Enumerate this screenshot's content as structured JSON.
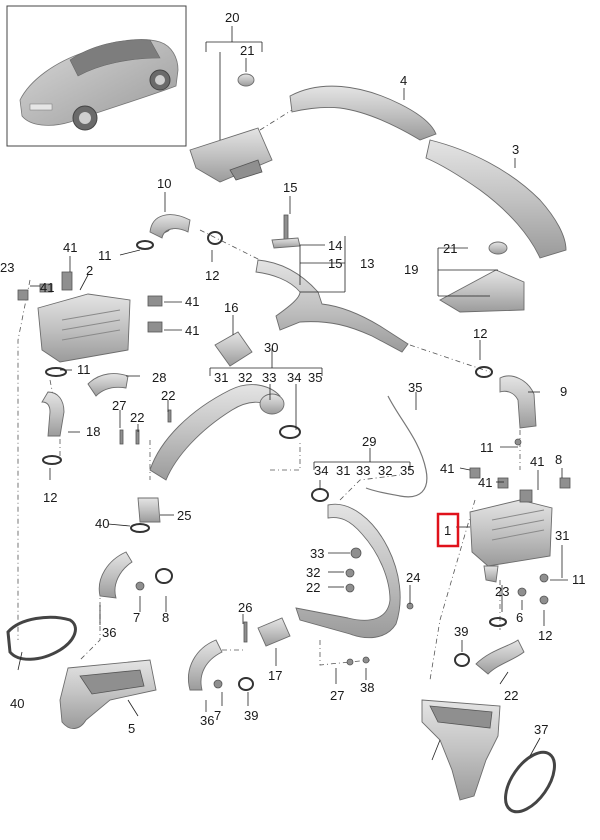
{
  "diagram": {
    "highlight": {
      "label": "1",
      "border_color": "#e0121b"
    },
    "labels": [
      {
        "id": "l20",
        "text": "20"
      },
      {
        "id": "l21a",
        "text": "21"
      },
      {
        "id": "l4",
        "text": "4"
      },
      {
        "id": "l3",
        "text": "3"
      },
      {
        "id": "l10",
        "text": "10"
      },
      {
        "id": "l15a",
        "text": "15"
      },
      {
        "id": "l14",
        "text": "14"
      },
      {
        "id": "l15b",
        "text": "15"
      },
      {
        "id": "l13",
        "text": "13"
      },
      {
        "id": "l21b",
        "text": "21"
      },
      {
        "id": "l19",
        "text": "19"
      },
      {
        "id": "l41a",
        "text": "41"
      },
      {
        "id": "l11a",
        "text": "11"
      },
      {
        "id": "l12a",
        "text": "12"
      },
      {
        "id": "l23a",
        "text": "23"
      },
      {
        "id": "l2",
        "text": "2"
      },
      {
        "id": "l41b",
        "text": "41"
      },
      {
        "id": "l41c",
        "text": "41"
      },
      {
        "id": "l41d",
        "text": "41"
      },
      {
        "id": "l16",
        "text": "16"
      },
      {
        "id": "l12b",
        "text": "12"
      },
      {
        "id": "l11b",
        "text": "11"
      },
      {
        "id": "l28",
        "text": "28"
      },
      {
        "id": "l30",
        "text": "30"
      },
      {
        "id": "l31a",
        "text": "31"
      },
      {
        "id": "l32a",
        "text": "32"
      },
      {
        "id": "l33a",
        "text": "33"
      },
      {
        "id": "l34a",
        "text": "34"
      },
      {
        "id": "l35a",
        "text": "35"
      },
      {
        "id": "l9",
        "text": "9"
      },
      {
        "id": "l35b",
        "text": "35"
      },
      {
        "id": "l22a",
        "text": "22"
      },
      {
        "id": "l27a",
        "text": "27"
      },
      {
        "id": "l22b",
        "text": "22"
      },
      {
        "id": "l18",
        "text": "18"
      },
      {
        "id": "l12c",
        "text": "12"
      },
      {
        "id": "l29",
        "text": "29"
      },
      {
        "id": "l34b",
        "text": "34"
      },
      {
        "id": "l31b",
        "text": "31"
      },
      {
        "id": "l33b",
        "text": "33"
      },
      {
        "id": "l32b",
        "text": "32"
      },
      {
        "id": "l35c",
        "text": "35"
      },
      {
        "id": "l11c",
        "text": "11"
      },
      {
        "id": "l41e",
        "text": "41"
      },
      {
        "id": "l41f",
        "text": "41"
      },
      {
        "id": "l41g",
        "text": "41"
      },
      {
        "id": "l8a",
        "text": "8"
      },
      {
        "id": "l40a",
        "text": "40"
      },
      {
        "id": "l25",
        "text": "25"
      },
      {
        "id": "l31c",
        "text": "31"
      },
      {
        "id": "l33c",
        "text": "33"
      },
      {
        "id": "l32c",
        "text": "32"
      },
      {
        "id": "l22c",
        "text": "22"
      },
      {
        "id": "l24",
        "text": "24"
      },
      {
        "id": "l11d",
        "text": "11"
      },
      {
        "id": "l23b",
        "text": "23"
      },
      {
        "id": "l6",
        "text": "6"
      },
      {
        "id": "l36a",
        "text": "36"
      },
      {
        "id": "l7a",
        "text": "7"
      },
      {
        "id": "l8b",
        "text": "8"
      },
      {
        "id": "l26",
        "text": "26"
      },
      {
        "id": "l12d",
        "text": "12"
      },
      {
        "id": "l39a",
        "text": "39"
      },
      {
        "id": "l40b",
        "text": "40"
      },
      {
        "id": "l17",
        "text": "17"
      },
      {
        "id": "l22d",
        "text": "22"
      },
      {
        "id": "l27b",
        "text": "27"
      },
      {
        "id": "l38",
        "text": "38"
      },
      {
        "id": "l5",
        "text": "5"
      },
      {
        "id": "l36b",
        "text": "36"
      },
      {
        "id": "l7b",
        "text": "7"
      },
      {
        "id": "l39b",
        "text": "39"
      },
      {
        "id": "l37",
        "text": "37"
      }
    ]
  }
}
